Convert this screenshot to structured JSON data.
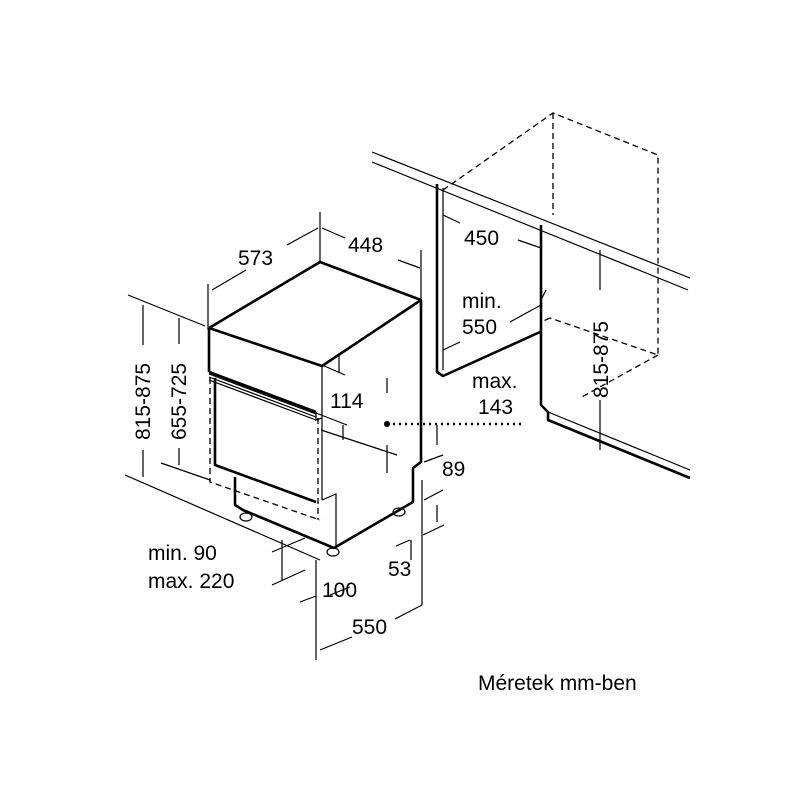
{
  "dimensions": {
    "depth_573": "573",
    "width_448": "448",
    "height_total": "815-875",
    "height_door": "655-725",
    "panel_114": "114",
    "plinth_line1": "min. 90",
    "plinth_line2": "max. 220",
    "foot_100": "100",
    "depth_550": "550",
    "foot_53": "53",
    "plinth_89": "89",
    "niche_width": "450",
    "niche_depth_line1": "min.",
    "niche_depth_line2": "550",
    "offset_line1": "max.",
    "offset_line2": "143",
    "niche_height": "815-875"
  },
  "caption": "Méretek mm-ben"
}
